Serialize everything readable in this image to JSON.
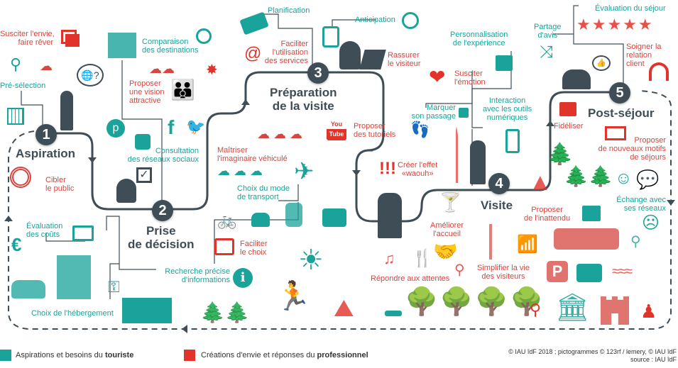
{
  "stages": [
    {
      "number": "1",
      "title": "Aspiration"
    },
    {
      "number": "2",
      "title": "Prise\nde décision"
    },
    {
      "number": "3",
      "title": "Préparation\nde la visite"
    },
    {
      "number": "4",
      "title": "Visite"
    },
    {
      "number": "5",
      "title": "Post-séjour"
    }
  ],
  "labels": {
    "susciter_envie": "Susciter l'envie,\nfaire rêver",
    "pre_selection": "Pré-sélection",
    "cibler_public": "Cibler\nle public",
    "comparaison": "Comparaison\ndes destinations",
    "vision": "Proposer\nune vision\nattractive",
    "consultation": "Consultation\ndes réseaux sociaux",
    "evaluation_couts": "Évaluation\ndes coûts",
    "choix_hebergement": "Choix de l'hébergement",
    "recherche": "Recherche précise\nd'informations",
    "faciliter_choix": "Faciliter\nle choix",
    "choix_transport": "Choix du mode\nde transport",
    "maitriser": "Maîtriser\nl'imaginaire véhiculé",
    "planification": "Planification",
    "anticipation": "Anticipation",
    "faciliter_services": "Faciliter\nl'utilisation\ndes services",
    "rassurer": "Rassurer\nle visiteur",
    "tutoriels": "Proposer\ndes tutoriels",
    "waouh": "Créer l'effet\n«waouh»",
    "marquer": "Marquer\nson passage",
    "personnalisation": "Personnalisation\nde l'expérience",
    "emotion": "Susciter\nl'émotion",
    "interaction": "Interaction\navec les outils\nnumériques",
    "ameliorer": "Améliorer\nl'accueil",
    "repondre": "Répondre aux attentes",
    "simplifier": "Simplifier la vie\ndes visiteurs",
    "inattendu": "Proposer\nde l'inattendu",
    "partage": "Partage\nd'avis",
    "evaluation_sejour": "Évaluation du séjour",
    "soigner": "Soigner la\nrelation\nclient",
    "fideliser": "Fidéliser",
    "nouveaux_motifs": "Proposer\nde nouveaux motifs\nde séjours",
    "echange": "Échange avec\nses réseaux"
  },
  "icons": {
    "exclaim": "!!!",
    "at": "@",
    "euro": "€",
    "facebook": "f",
    "youtube_top": "You",
    "youtube_bottom": "Tube",
    "info": "i",
    "parking": "P",
    "stars": "★★★★★"
  },
  "legend": {
    "tourist_prefix": "Aspirations et besoins du ",
    "tourist_bold": "touriste",
    "pro_prefix": "Créations d'envie et réponses du ",
    "pro_bold": "professionnel"
  },
  "credits": {
    "line1": "© IAU îdF 2018 ; pictogrammes © 123rf / lemery, © IAU îdF",
    "line2": "source : IAU îdF"
  },
  "colors": {
    "teal": "#1aa39a",
    "red": "#e2332b",
    "dark": "#3e4d56"
  }
}
